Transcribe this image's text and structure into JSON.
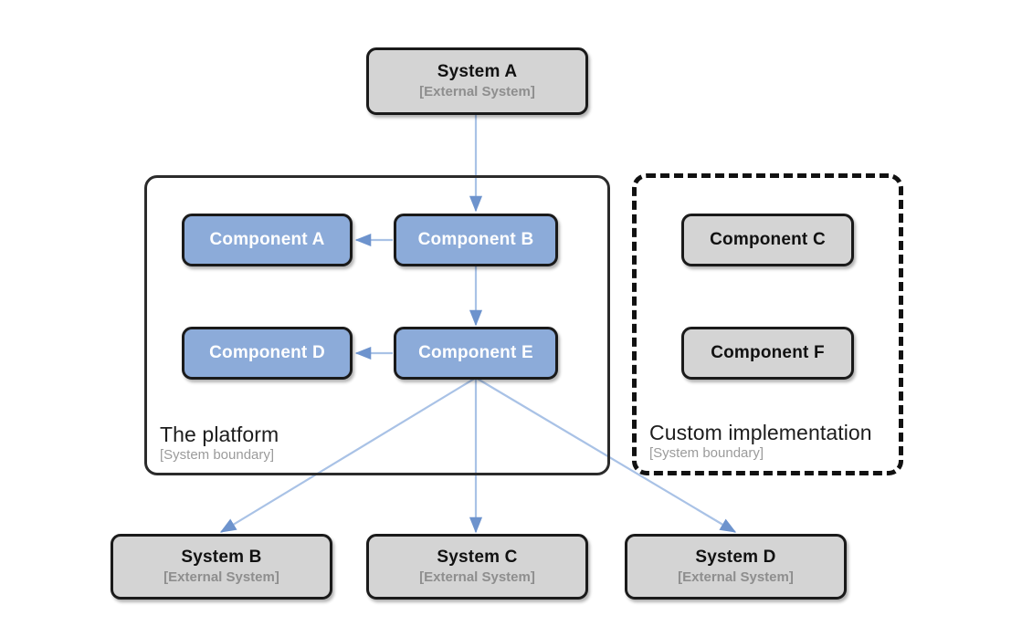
{
  "diagram": {
    "type": "c4-container-diagram",
    "background": "#ffffff",
    "palette": {
      "component_blue": "#8cabd9",
      "external_gray": "#d4d4d4",
      "border_dark": "#1a1a1a",
      "arrow_blue": "#7d9fd4",
      "subtitle_gray": "#8e8e8e",
      "boundary_solid": "#2b2b2b",
      "boundary_dashed": "#111111"
    },
    "boundaries": [
      {
        "id": "platform",
        "title": "The platform",
        "subtitle": "[System boundary]",
        "style": "solid"
      },
      {
        "id": "custom",
        "title": "Custom implementation",
        "subtitle": "[System boundary]",
        "style": "dashed"
      }
    ],
    "nodes": [
      {
        "id": "system-a",
        "title": "System A",
        "subtitle": "[External System]",
        "kind": "external"
      },
      {
        "id": "component-a",
        "title": "Component A",
        "subtitle": "",
        "kind": "component-blue"
      },
      {
        "id": "component-b",
        "title": "Component B",
        "subtitle": "",
        "kind": "component-blue"
      },
      {
        "id": "component-d",
        "title": "Component D",
        "subtitle": "",
        "kind": "component-blue"
      },
      {
        "id": "component-e",
        "title": "Component E",
        "subtitle": "",
        "kind": "component-blue"
      },
      {
        "id": "component-c",
        "title": "Component C",
        "subtitle": "",
        "kind": "component-gray"
      },
      {
        "id": "component-f",
        "title": "Component F",
        "subtitle": "",
        "kind": "component-gray"
      },
      {
        "id": "system-b",
        "title": "System B",
        "subtitle": "[External System]",
        "kind": "external"
      },
      {
        "id": "system-c",
        "title": "System C",
        "subtitle": "[External System]",
        "kind": "external"
      },
      {
        "id": "system-d",
        "title": "System D",
        "subtitle": "[External System]",
        "kind": "external"
      }
    ],
    "edges": [
      {
        "from": "system-a",
        "to": "component-b",
        "label": ""
      },
      {
        "from": "component-b",
        "to": "component-a",
        "label": ""
      },
      {
        "from": "component-b",
        "to": "component-e",
        "label": ""
      },
      {
        "from": "component-e",
        "to": "component-d",
        "label": ""
      },
      {
        "from": "component-e",
        "to": "system-b",
        "label": ""
      },
      {
        "from": "component-e",
        "to": "system-c",
        "label": ""
      },
      {
        "from": "component-e",
        "to": "system-d",
        "label": ""
      }
    ]
  }
}
